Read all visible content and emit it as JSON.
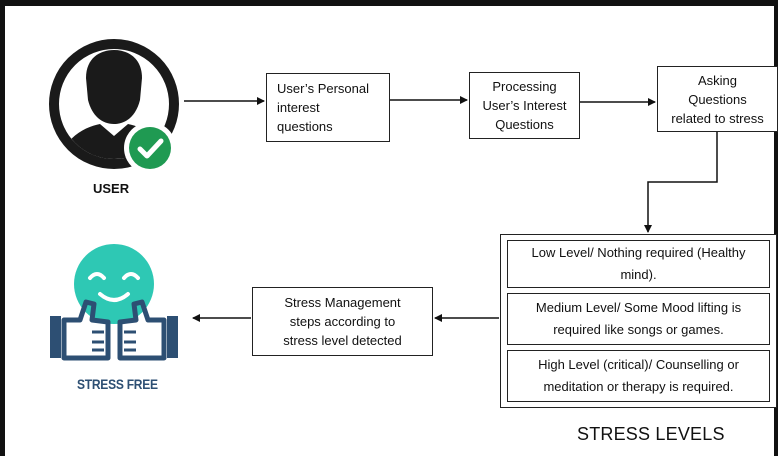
{
  "user": {
    "label": "USER"
  },
  "stress_free": {
    "label": "STRESS FREE"
  },
  "boxes": {
    "personal": [
      "User’s Personal",
      "interest",
      "questions"
    ],
    "processing": [
      "Processing",
      "User’s Interest",
      "Questions"
    ],
    "asking": [
      "Asking",
      "Questions",
      "related to stress"
    ],
    "stress_management": [
      "Stress Management",
      "steps according to",
      "stress level detected"
    ]
  },
  "stress_levels": {
    "title": "STRESS LEVELS",
    "low": [
      "Low Level/ Nothing required (Healthy",
      "mind)."
    ],
    "medium": [
      "Medium Level/ Some Mood lifting is",
      "required like songs or games."
    ],
    "high": [
      "High Level (critical)/ Counselling or",
      "meditation or therapy is required."
    ]
  },
  "colors": {
    "user_icon": "#1a1a1a",
    "check_badge": "#1f9a52",
    "smiley": "#2ec8b4",
    "thumbs": "#2d4f73"
  },
  "icons": [
    "user-avatar-icon",
    "checkmark-icon",
    "smiley-face-icon",
    "thumbs-up-icon"
  ]
}
